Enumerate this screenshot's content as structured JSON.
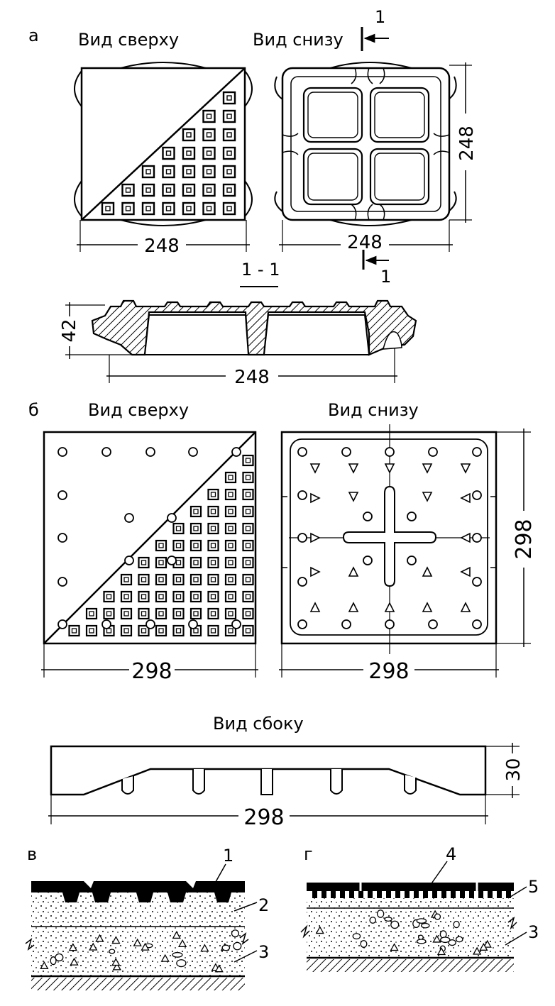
{
  "panel_a": {
    "letter": "а",
    "top_view_title": "Вид сверху",
    "bottom_view_title": "Вид снизу",
    "width_top": "248",
    "width_bottom": "248",
    "height_right": "248",
    "section_mark_top": "1",
    "section_mark_bottom": "1",
    "section_title": "1 - 1",
    "section_height": "42",
    "section_width": "248"
  },
  "panel_b": {
    "letter": "б",
    "top_view_title": "Вид сверху",
    "bottom_view_title": "Вид снизу",
    "width_top": "298",
    "width_bottom": "298",
    "height_right": "298",
    "side_view_title": "Вид сбоку",
    "side_height": "30",
    "side_width": "298"
  },
  "panel_v": {
    "letter": "в",
    "callout_1": "1",
    "callout_2": "2",
    "callout_3": "3"
  },
  "panel_g": {
    "letter": "г",
    "callout_4": "4",
    "callout_5": "5",
    "callout_3": "3"
  }
}
